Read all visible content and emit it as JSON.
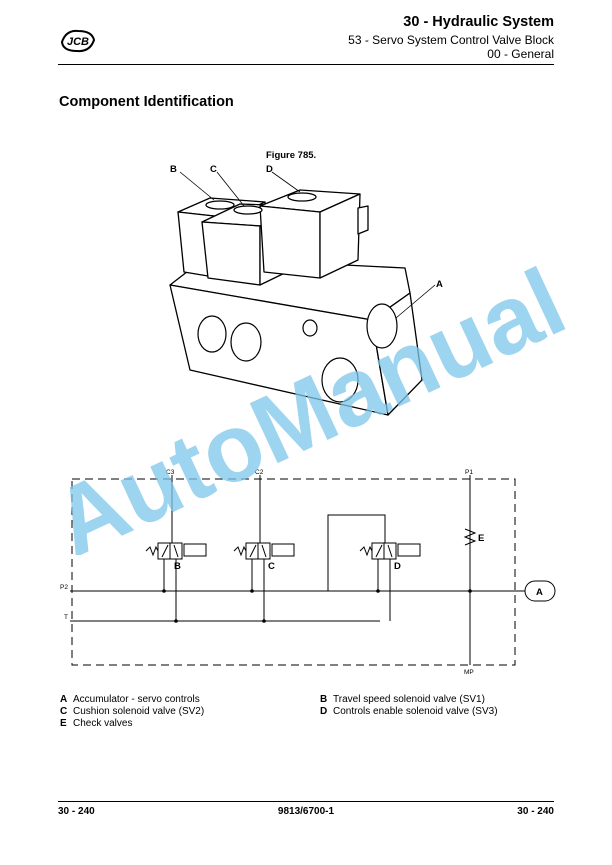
{
  "brand": {
    "logo_text": "JCB",
    "logo_color": "#000000"
  },
  "header": {
    "title": "30 - Hydraulic System",
    "subtitle": "53 - Servo System Control Valve Block",
    "subsection": "00 - General"
  },
  "section_title": "Component Identification",
  "figure": {
    "caption": "Figure 785.",
    "valve_callouts": [
      "B",
      "C",
      "D"
    ],
    "block_callout": "A",
    "schematic": {
      "port_labels": {
        "c3": "C3",
        "c2": "C2",
        "p1": "P1",
        "p2": "P2",
        "t": "T",
        "mp": "MP"
      },
      "valve_labels": [
        "B",
        "C",
        "D"
      ],
      "check_valve_label": "E",
      "accumulator_label": "A"
    }
  },
  "watermark": {
    "text": "AutoManual",
    "color": "#7cc6ea"
  },
  "legend": {
    "left": [
      {
        "key": "A",
        "text": "Accumulator - servo controls"
      },
      {
        "key": "C",
        "text": "Cushion solenoid valve (SV2)"
      },
      {
        "key": "E",
        "text": "Check valves"
      }
    ],
    "right": [
      {
        "key": "B",
        "text": "Travel speed solenoid valve (SV1)"
      },
      {
        "key": "D",
        "text": "Controls enable solenoid valve (SV3)"
      }
    ]
  },
  "footer": {
    "left": "30 - 240",
    "center": "9813/6700-1",
    "right": "30 - 240"
  }
}
